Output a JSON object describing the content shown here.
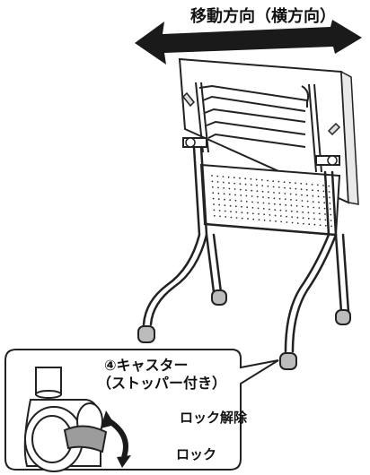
{
  "labels": {
    "direction": "移動方向（横方向）",
    "caster_title": "④キャスター",
    "caster_sub": "（ストッパー付き）",
    "unlock": "ロック解除",
    "lock": "ロック"
  }
}
